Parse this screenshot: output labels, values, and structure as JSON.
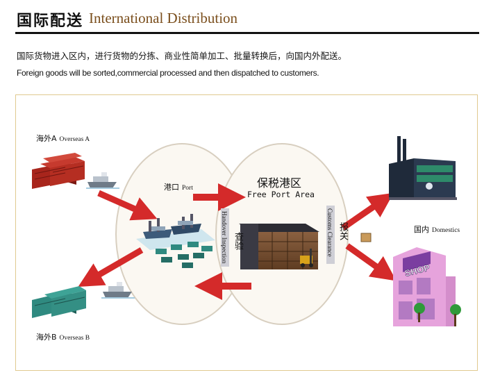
{
  "header": {
    "title_zh": "国际配送",
    "title_en": "International Distribution"
  },
  "description": {
    "zh": "国际货物进入区内，进行货物的分拣、商业性简单加工、批量转换后，向国内外配送。",
    "en": "Foreign goods will be sorted,commercial processed and then dispatched to customers."
  },
  "diagram": {
    "overseas_a": {
      "zh": "海外A",
      "en": "Overseas A"
    },
    "port": {
      "zh": "港口",
      "en": "Port"
    },
    "free_port_area": {
      "zh": "保税港区",
      "en": "Free Port Area"
    },
    "domestics": {
      "zh": "国内",
      "en": "Domestics"
    },
    "overseas_b": {
      "zh": "海外B",
      "en": "Overseas B"
    },
    "port_gate": {
      "en": "Handover Inspection",
      "zh": "查验"
    },
    "customs_gate": {
      "en": "Customs Clearance",
      "zh": "报关"
    },
    "shop_sign": "SHOP"
  },
  "colors": {
    "arrow": "#d42a2a",
    "container_red": "#a8251c",
    "container_teal": "#2f8a80",
    "shop_pink": "#e6a3dc",
    "factory": "#1f2a3a",
    "title_en": "#7a4e1c",
    "circle": "#d8cfc0"
  }
}
